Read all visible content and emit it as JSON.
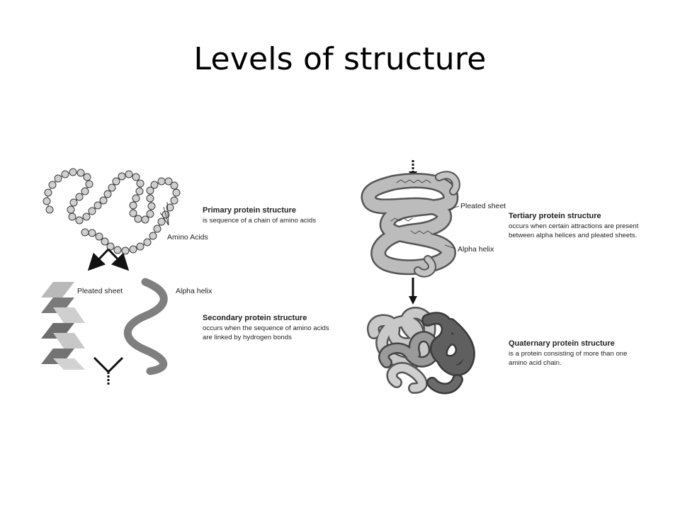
{
  "slide": {
    "title": "Levels of structure"
  },
  "diagram": {
    "primary": {
      "heading": "Primary protein structure",
      "description": "is sequence of a chain of amino acids",
      "callout": "Amino Acids"
    },
    "secondary": {
      "heading": "Secondary protein structure",
      "description_line1": "occurs when the sequence of amino acids",
      "description_line2": "are linked by hydrogen bonds",
      "sheet_label": "Pleated sheet",
      "helix_label": "Alpha helix"
    },
    "tertiary": {
      "heading": "Tertiary protein structure",
      "description_line1": "occurs when certain attractions are present",
      "description_line2": "between alpha helices and pleated sheets.",
      "sheet_label": "Pleated sheet",
      "helix_label": "Alpha helix"
    },
    "quaternary": {
      "heading": "Quaternary protein structure",
      "description_line1": "is a protein consisting of more than one",
      "description_line2": "amino acid chain."
    }
  }
}
